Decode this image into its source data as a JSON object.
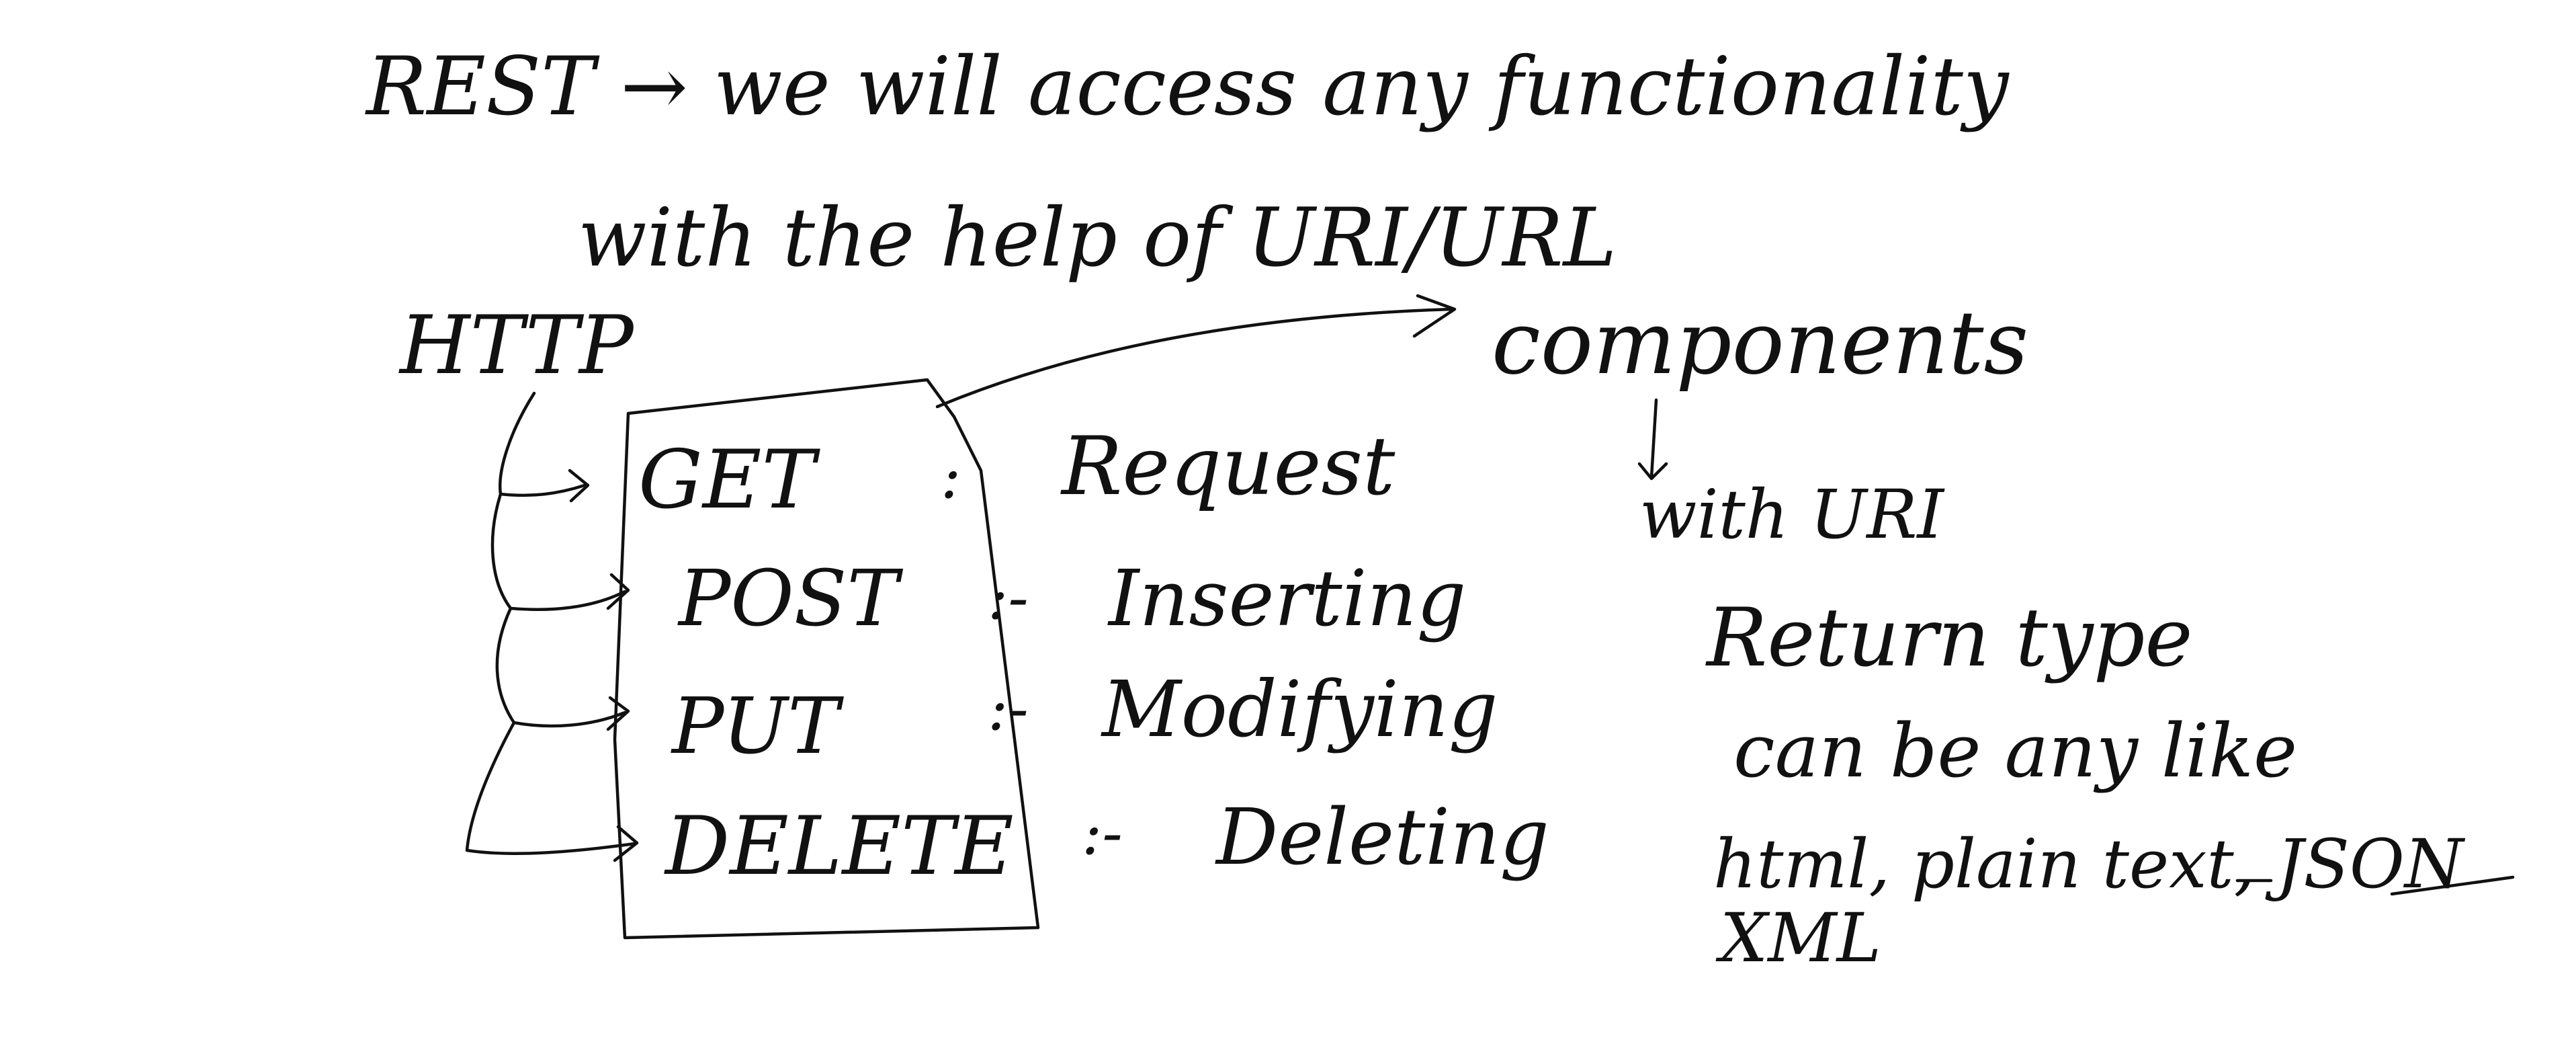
{
  "notes": {
    "rest_line1": "REST → we will access any functionality",
    "rest_line2": "with the help of URI/URL",
    "http_label": "HTTP",
    "components_label": "components",
    "with_uri_label": "with URI",
    "methods": [
      {
        "name": "GET",
        "separator": ":",
        "meaning": "Request"
      },
      {
        "name": "POST",
        "separator": ":-",
        "meaning": "Inserting"
      },
      {
        "name": "PUT",
        "separator": ":-",
        "meaning": "Modifying"
      },
      {
        "name": "DELETE",
        "separator": ":-",
        "meaning": "Deleting"
      }
    ],
    "return_type": {
      "heading": "Return type",
      "line1": "can be any like",
      "line2": "html, plain text, JSON",
      "line3": "XML"
    }
  },
  "ink_color": "#111111",
  "background_color": "#ffffff"
}
